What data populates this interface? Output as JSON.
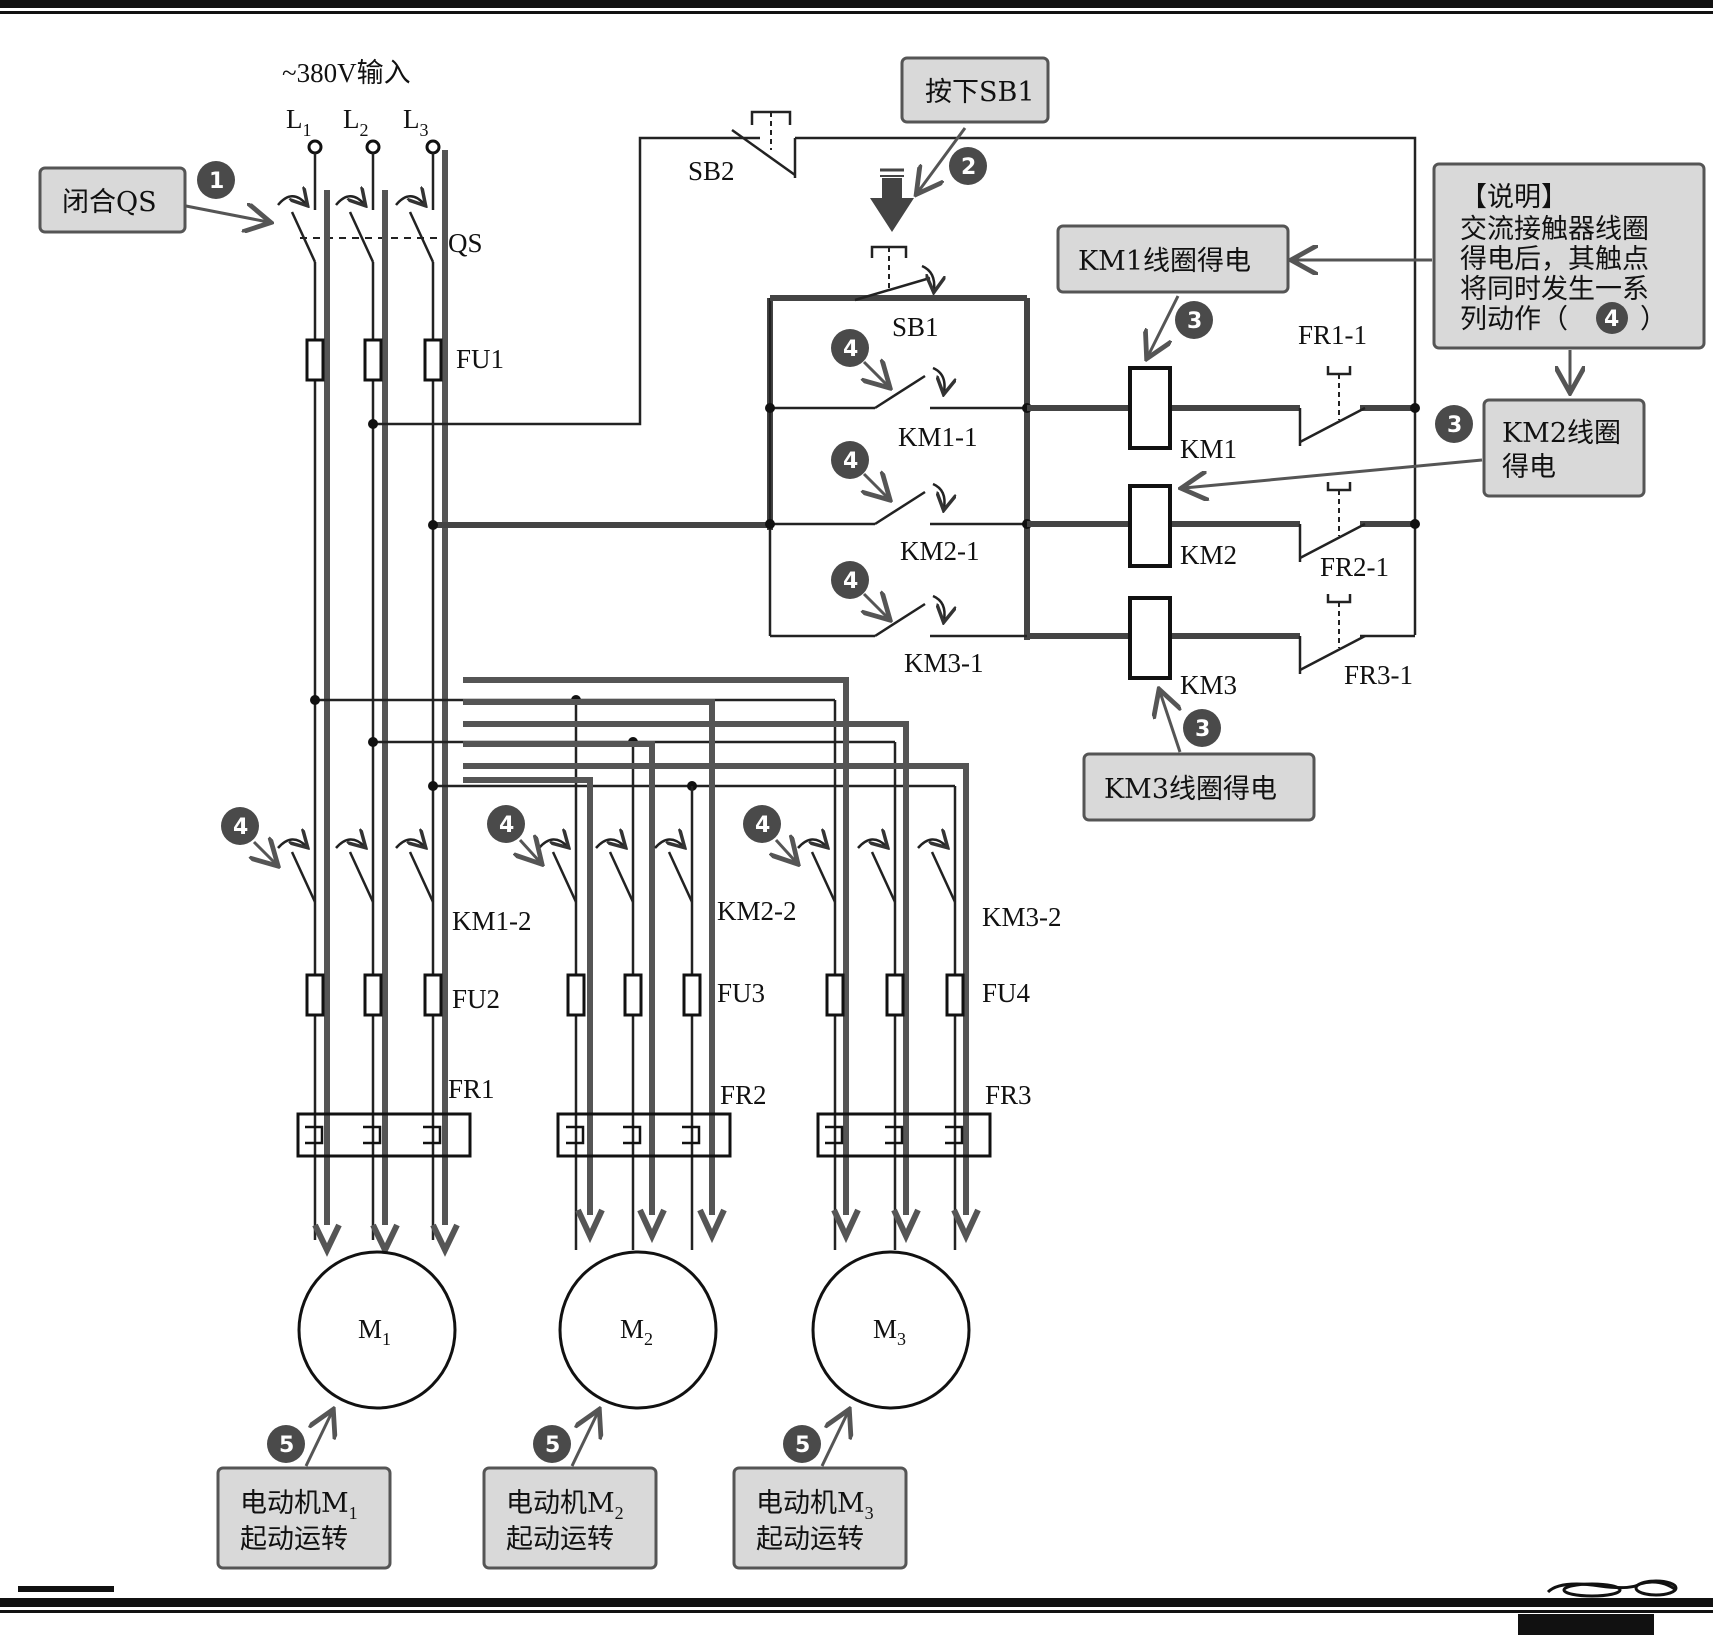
{
  "supply": {
    "label": "~380V输入",
    "phases": [
      "L",
      "L",
      "L"
    ],
    "phase_subs": [
      "1",
      "2",
      "3"
    ]
  },
  "components": {
    "qs": "QS",
    "fu1": "FU1",
    "sb1": "SB1",
    "sb2": "SB2",
    "km1_1": "KM1-1",
    "km2_1": "KM2-1",
    "km3_1": "KM3-1",
    "km1": "KM1",
    "km2": "KM2",
    "km3": "KM3",
    "fr1_1": "FR1-1",
    "fr2_1": "FR2-1",
    "fr3_1": "FR3-1",
    "km1_2": "KM1-2",
    "km2_2": "KM2-2",
    "km3_2": "KM3-2",
    "fu2": "FU2",
    "fu3": "FU3",
    "fu4": "FU4",
    "fr1": "FR1",
    "fr2": "FR2",
    "fr3": "FR3",
    "motors": [
      {
        "label": "M",
        "sub": "1"
      },
      {
        "label": "M",
        "sub": "2"
      },
      {
        "label": "M",
        "sub": "3"
      }
    ]
  },
  "callouts": {
    "close_qs": "闭合QS",
    "press_sb1": "按下SB1",
    "km1_coil": "KM1线圈得电",
    "km2_coil_l1": "KM2线圈",
    "km2_coil_l2": "得电",
    "km3_coil": "KM3线圈得电",
    "note_title": "【说明】",
    "note_l1": "交流接触器线圈",
    "note_l2": "得电后，其触点",
    "note_l3": "将同时发生一系",
    "note_l4_a": "列动作（",
    "note_l4_num": "4",
    "note_l4_b": "）",
    "motor_run": [
      {
        "l1": "电动机M",
        "sub": "1",
        "l2": "起动运转"
      },
      {
        "l1": "电动机M",
        "sub": "2",
        "l2": "起动运转"
      },
      {
        "l1": "电动机M",
        "sub": "3",
        "l2": "起动运转"
      }
    ]
  },
  "steps": {
    "s1": "1",
    "s2": "2",
    "s3": "3",
    "s4": "4",
    "s5": "5"
  }
}
